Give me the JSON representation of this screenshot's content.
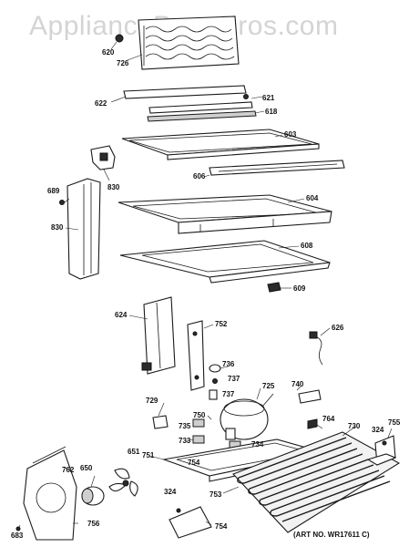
{
  "watermark": "AppliancePartsPros.com",
  "art_note": "(ART NO. WR17611 C)",
  "callouts": {
    "p620": "620",
    "p726": "726",
    "p622": "622",
    "p621": "621",
    "p618": "618",
    "p603": "603",
    "p606": "606",
    "p830a": "830",
    "p689": "689",
    "p830b": "830",
    "p604": "604",
    "p608": "608",
    "p609": "609",
    "p624": "624",
    "p752": "752",
    "p626": "626",
    "p736": "736",
    "p737a": "737",
    "p737b": "737",
    "p740": "740",
    "p725": "725",
    "p729": "729",
    "p750": "750",
    "p764": "764",
    "p735": "735",
    "p730": "730",
    "p755": "755",
    "p733": "733",
    "p734": "734",
    "p324a": "324",
    "p651": "651",
    "p751": "751",
    "p754a": "754",
    "p762": "762",
    "p650": "650",
    "p756": "756",
    "p753": "753",
    "p324b": "324",
    "p754b": "754",
    "p683": "683"
  }
}
